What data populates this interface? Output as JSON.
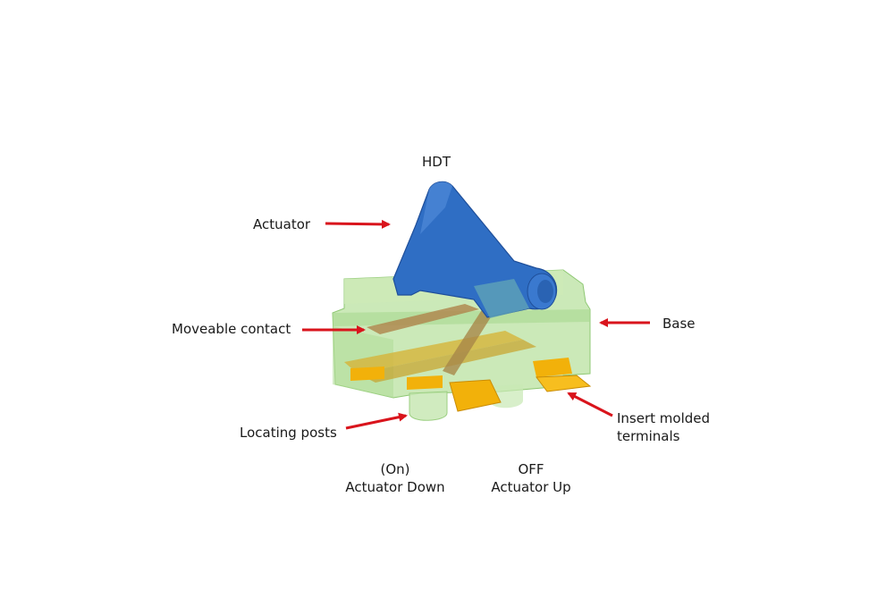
{
  "title": "HDT",
  "callouts": {
    "actuator": "Actuator",
    "moveable_contact": "Moveable contact",
    "locating_posts": "Locating posts",
    "base": "Base",
    "insert_molded_terminals_line1": "Insert molded",
    "insert_molded_terminals_line2": "terminals"
  },
  "states": {
    "on_line1": "(On)",
    "on_line2": "Actuator Down",
    "off_line1": "OFF",
    "off_line2": "Actuator Up"
  },
  "colors": {
    "arrow": "#d9141c",
    "actuator": "#2f6ec4",
    "actuator_dark": "#1f4f9a",
    "base": "#b9e2a0",
    "base_edge": "#8fc874",
    "terminal": "#f2b10a",
    "terminal_dark": "#c98c05",
    "contact": "#b08a50"
  }
}
